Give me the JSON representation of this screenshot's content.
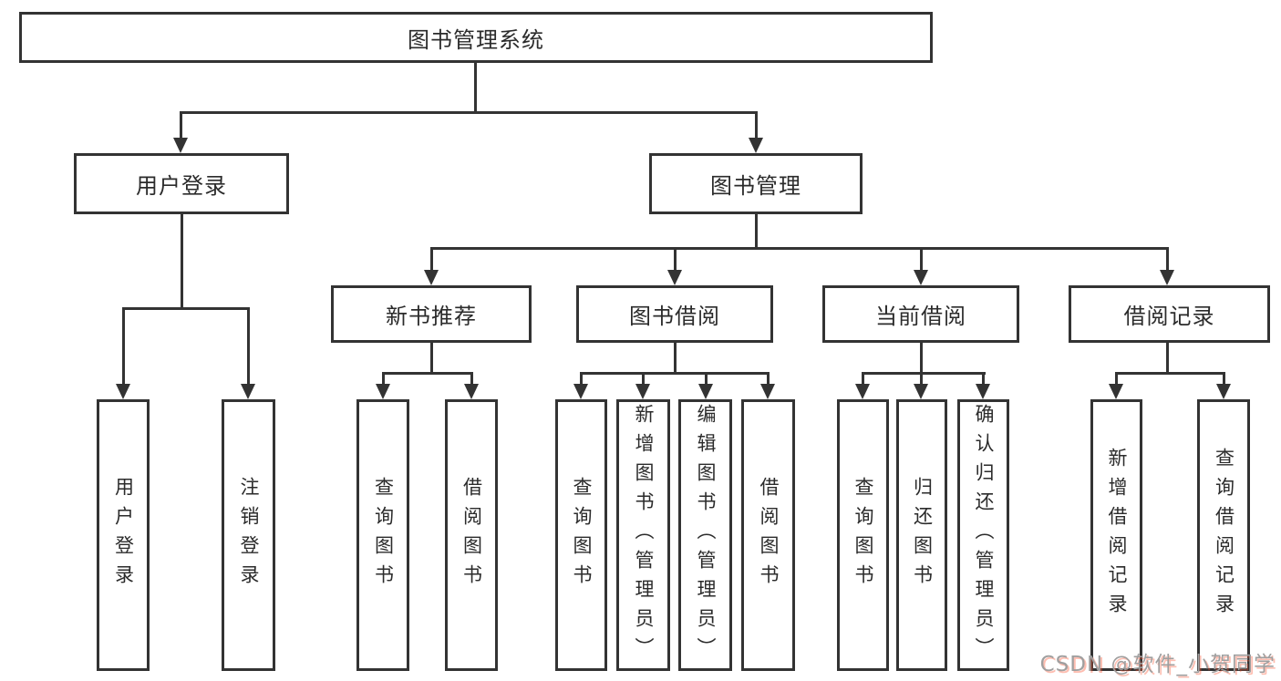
{
  "colors": {
    "line": "#333333",
    "box_border": "#333333",
    "box_background": "#ffffff",
    "page_background": "#ffffff",
    "text": "#2b2b2b",
    "watermark_gray": "#9f9f9f",
    "watermark_red": "#fc5531"
  },
  "tree": {
    "root": {
      "label": "图书管理系统"
    },
    "level2": {
      "user_login": {
        "label": "用户登录"
      },
      "book_mgmt": {
        "label": "图书管理"
      }
    },
    "level3": {
      "new_book_rec": {
        "label": "新书推荐"
      },
      "book_borrow": {
        "label": "图书借阅"
      },
      "current_borrow": {
        "label": "当前借阅"
      },
      "borrow_records": {
        "label": "借阅记录"
      }
    },
    "leaves": {
      "login": {
        "label": "用户登录"
      },
      "logout": {
        "label": "注销登录"
      },
      "nbr_query_book": {
        "label": "查询图书"
      },
      "nbr_borrow_book": {
        "label": "借阅图书"
      },
      "bb_query_book": {
        "label": "查询图书"
      },
      "bb_add_book": {
        "label": "新增图书（管理员）"
      },
      "bb_edit_book": {
        "label": "编辑图书（管理员）"
      },
      "bb_borrow_book": {
        "label": "借阅图书"
      },
      "cb_query_book": {
        "label": "查询图书"
      },
      "cb_return_book": {
        "label": "归还图书"
      },
      "cb_confirm_return": {
        "label": "确认归还（管理员）"
      },
      "br_add_record": {
        "label": "新增借阅记录"
      },
      "br_query_record": {
        "label": "查询借阅记录"
      }
    }
  },
  "watermark": {
    "text": "CSDN @软件_小贺同学"
  }
}
